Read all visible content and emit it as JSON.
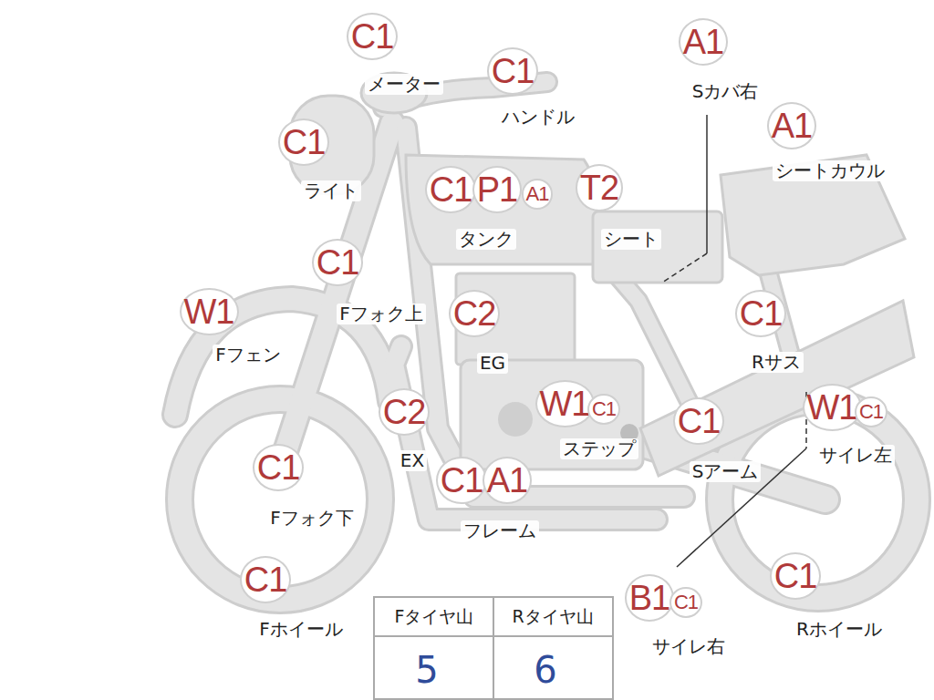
{
  "diagram": {
    "nodes": [
      {
        "text": [
          "C1"
        ]
      },
      {
        "text": [
          "A1"
        ]
      },
      {
        "text": [
          "C1"
        ]
      },
      {
        "text": [
          "A1"
        ]
      },
      {
        "text": [
          "C1"
        ]
      },
      {
        "text": [
          "C1"
        ]
      },
      {
        "text": [
          "P1"
        ]
      },
      {
        "text": [
          "A1"
        ]
      },
      {
        "text": [
          "T2"
        ]
      },
      {
        "text": [
          "C1"
        ]
      },
      {
        "text": [
          "W1"
        ]
      },
      {
        "text": [
          "C2"
        ]
      },
      {
        "text": [
          "C1"
        ]
      },
      {
        "text": [
          "W1"
        ]
      },
      {
        "text": [
          "C1"
        ]
      },
      {
        "text": [
          "C2"
        ]
      },
      {
        "text": [
          "W1"
        ]
      },
      {
        "text": [
          "C1"
        ]
      },
      {
        "text": [
          "C1"
        ]
      },
      {
        "text": [
          "C1"
        ]
      },
      {
        "text": [
          "C1"
        ]
      },
      {
        "text": [
          "A1"
        ]
      },
      {
        "text": [
          "C1"
        ]
      },
      {
        "text": [
          "C1"
        ]
      },
      {
        "text": [
          "B1"
        ]
      },
      {
        "text": [
          "C1"
        ]
      }
    ],
    "labels": [
      "メーター",
      "ハンドル",
      "Sカバ右",
      "シートカウル",
      "ライト",
      "タンク",
      "シート",
      "Fフォク上",
      "Fフェン",
      "EG",
      "Rサス",
      "EX",
      "ステップ",
      "サイレ左",
      "Sアーム",
      "Fフォク下",
      "フレーム",
      "Fホイール",
      "サイレ右",
      "Rホイール",
      "Fタイヤ山",
      "Rタイヤ山",
      "5",
      "6"
    ]
  }
}
